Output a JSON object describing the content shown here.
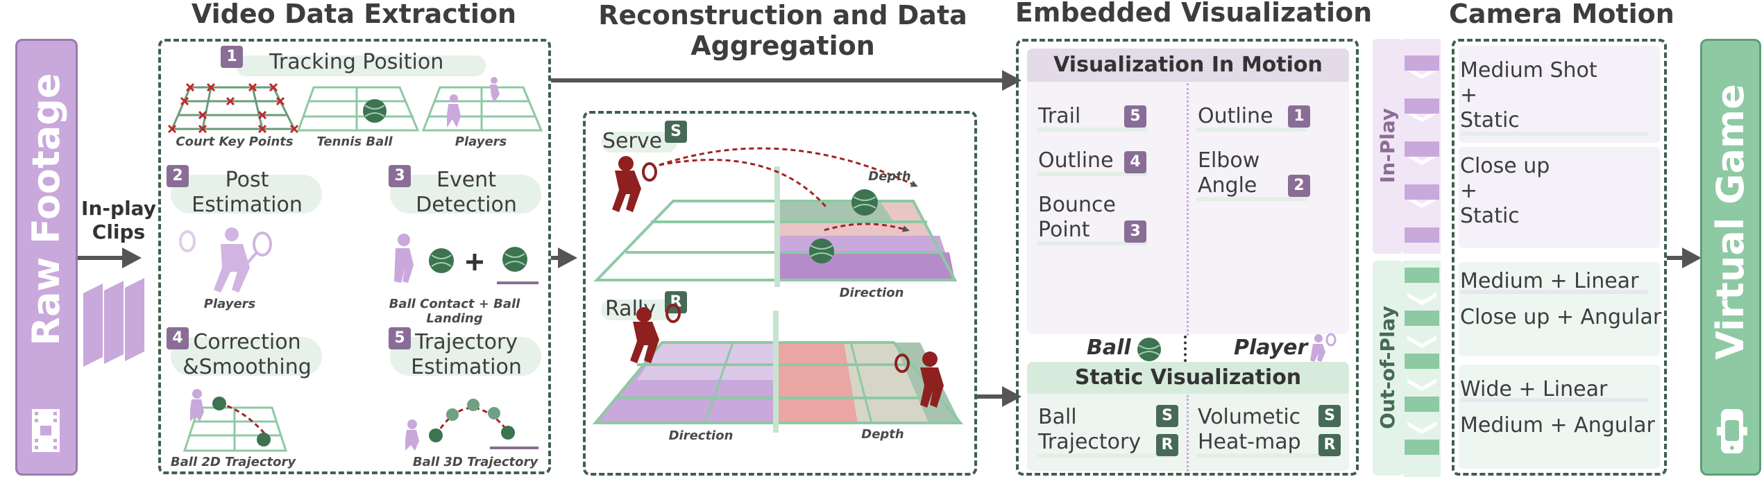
{
  "raw_footage": {
    "label": "Raw Footage",
    "icon": "film-icon",
    "color": "#c9a8dc"
  },
  "in_play_clips": {
    "label": "In-play\nClips"
  },
  "video_data_extraction": {
    "title": "Video Data Extraction",
    "tracking_position": {
      "num": "1",
      "label": "Tracking Position",
      "captions": [
        "Court Key Points",
        "Tennis Ball",
        "Players"
      ]
    },
    "pose": {
      "num": "2",
      "label": "Post\nEstimation",
      "caption": "Players"
    },
    "event": {
      "num": "3",
      "label": "Event\nDetection",
      "caption": "Ball Contact + Ball Landing"
    },
    "correction": {
      "num": "4",
      "label": "Correction\n&Smoothing",
      "caption": "Ball 2D Trajectory"
    },
    "trajectory": {
      "num": "5",
      "label": "Trajectory\nEstimation",
      "caption": "Ball 3D Trajectory"
    }
  },
  "reconstruction": {
    "title": "Reconstruction and Data\nAggregation",
    "serve": {
      "label": "Serve",
      "badge": "S",
      "depth": "Depth",
      "direction": "Direction"
    },
    "rally": {
      "label": "Rally",
      "badge": "R",
      "direction": "Direction",
      "depth": "Depth"
    }
  },
  "embedded": {
    "title": "Embedded Visualization",
    "motion": {
      "header": "Visualization In Motion",
      "left": [
        {
          "label": "Trail",
          "num": "5"
        },
        {
          "label": "Outline",
          "num": "4"
        },
        {
          "label": "Bounce\nPoint",
          "num": "3"
        }
      ],
      "right": [
        {
          "label": "Outline",
          "num": "1"
        },
        {
          "label": "Elbow\nAngle",
          "num": "2"
        }
      ]
    },
    "ball_label": "Ball",
    "player_label": "Player",
    "static": {
      "header": "Static Visualization",
      "left": {
        "label": "Ball\nTrajectory",
        "badges": [
          "S",
          "R"
        ]
      },
      "right": {
        "label": "Volumetic\nHeat-map",
        "badges": [
          "S",
          "R"
        ]
      }
    }
  },
  "play_state": {
    "in_play": "In-Play",
    "out_of_play": "Out-of-Play"
  },
  "camera_motion": {
    "title": "Camera Motion",
    "in_play": [
      "Medium Shot\n+\nStatic",
      "Close up\n+\nStatic"
    ],
    "out_of_play": [
      "Medium + Linear",
      "Close up + Angular",
      "Wide + Linear",
      "Medium + Angular"
    ]
  },
  "virtual_game": {
    "label": "Virtual Game",
    "icon": "vr-headset-icon",
    "color": "#8dc9a3"
  },
  "colors": {
    "purple": "#c9a8dc",
    "green": "#8dc9a3",
    "dark_green": "#466a55",
    "red": "#8e2020",
    "badge_purple": "#8a6d96"
  }
}
